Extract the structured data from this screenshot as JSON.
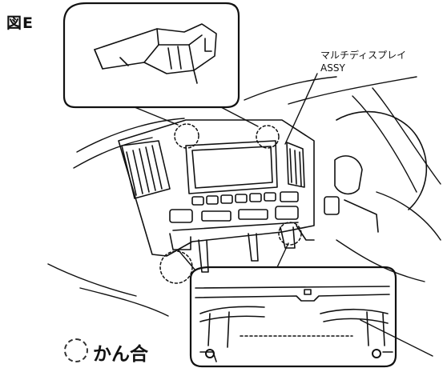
{
  "figure": {
    "label": "図E",
    "part_name_line1": "マルチディスプレイ",
    "part_name_line2": "ASSY",
    "legend_text": "かん合"
  },
  "icons": {
    "legend_symbol": "dashed-circle-icon",
    "top_detail": "clip-detail-illustration",
    "bottom_detail": "claw-detail-illustration"
  }
}
